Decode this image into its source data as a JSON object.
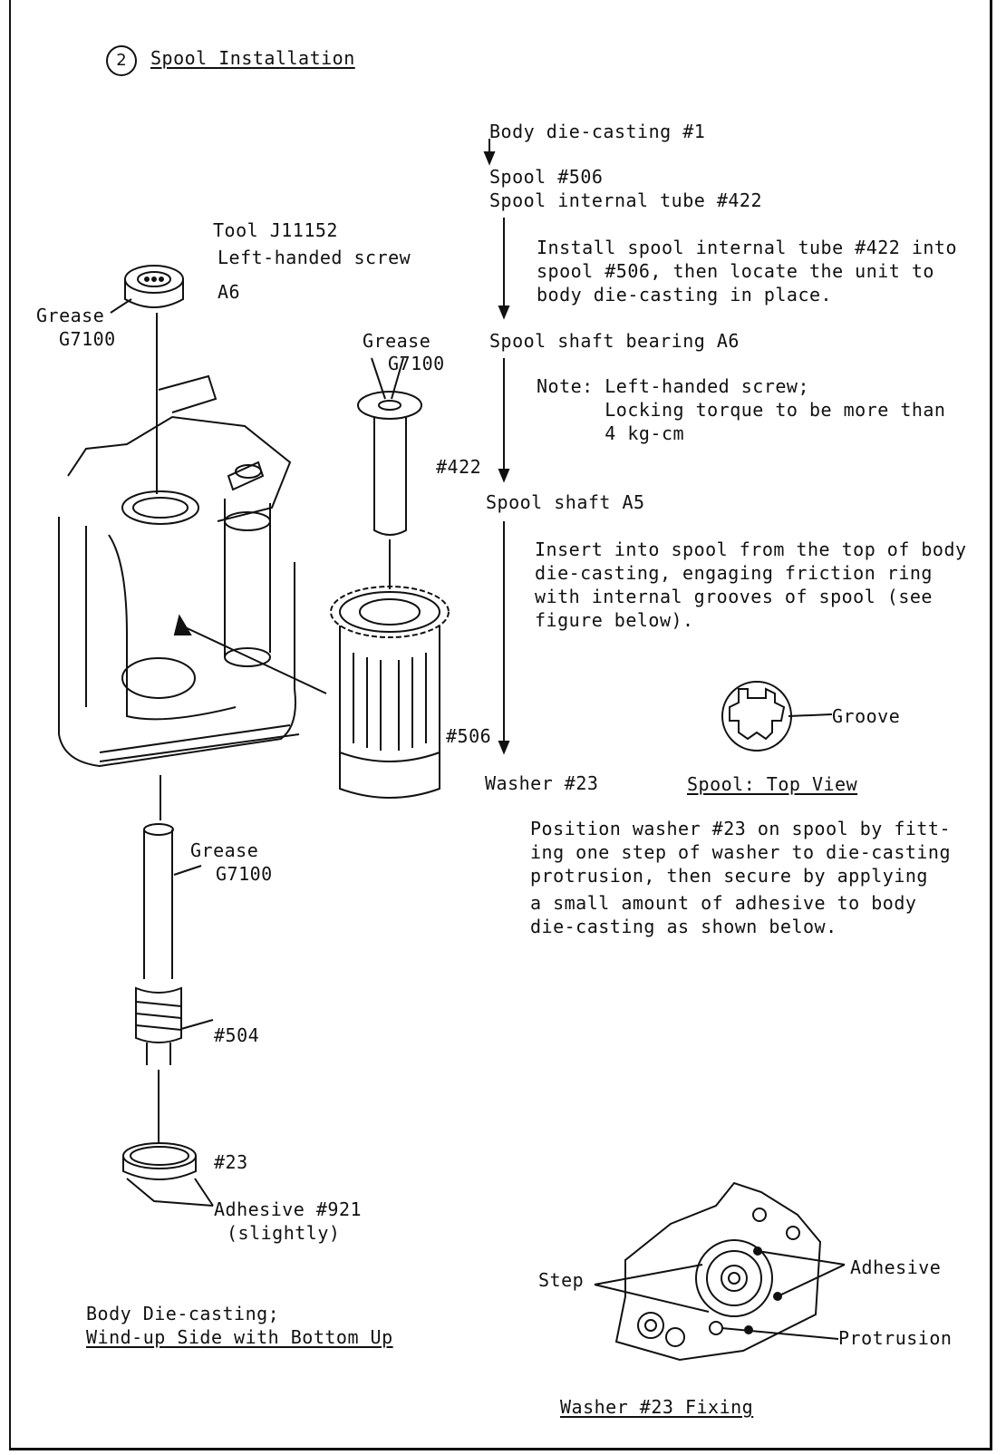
{
  "section": {
    "number": "2",
    "title": "Spool Installation"
  },
  "flow": {
    "step1": "Body die-casting #1",
    "step2a": "Spool #506",
    "step2b": "Spool internal tube #422",
    "note1": [
      "Install spool internal tube #422 into",
      "spool #506, then locate the unit to",
      "body die-casting in place."
    ],
    "step3": "Spool shaft bearing A6",
    "note2": [
      "Note: Left-handed screw;",
      "      Locking torque to be more than",
      "      4 kg-cm"
    ],
    "step4": "Spool shaft A5",
    "note3": [
      "Insert into spool from the top of body",
      "die-casting, engaging friction ring",
      "with internal grooves of spool (see",
      "figure below)."
    ],
    "step5": "Washer #23",
    "note4": [
      "Position washer #23 on spool by fitt-",
      "ing one step of washer to die-casting",
      "protrusion, then secure by applying",
      "a small amount of adhesive to body",
      "die-casting as shown below."
    ]
  },
  "left_labels": {
    "tool1": "Tool J11152",
    "tool2": "Left-handed screw",
    "a6": "A6",
    "grease1a": "Grease",
    "grease1b": "G7100",
    "grease2a": "Grease",
    "grease2b": "G7100",
    "p422": "#422",
    "p506": "#506",
    "grease3a": "Grease",
    "grease3b": "G7100",
    "p504": "#504",
    "p23": "#23",
    "adh1": "Adhesive #921",
    "adh2": "(slightly)",
    "caption1": "Body Die-casting;",
    "caption2": "Wind-up Side with Bottom Up"
  },
  "spool_top": {
    "groove": "Groove",
    "caption": "Spool: Top View"
  },
  "washer_fig": {
    "step": "Step",
    "adhesive": "Adhesive",
    "protrusion": "Protrusion",
    "caption": "Washer #23 Fixing"
  }
}
